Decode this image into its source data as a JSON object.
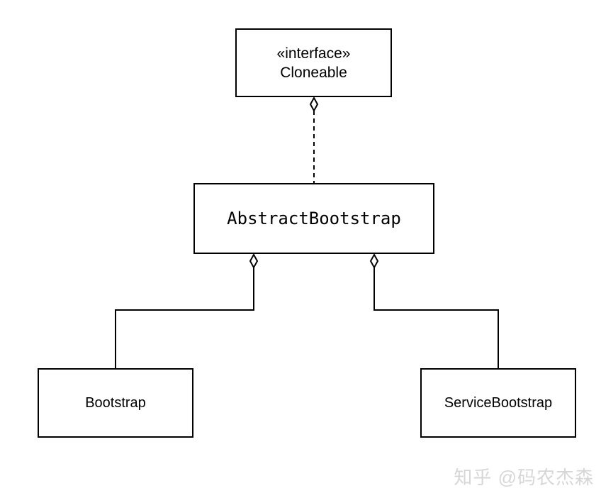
{
  "diagram": {
    "type": "uml-class-diagram",
    "nodes": {
      "cloneable": {
        "stereotype": "«interface»",
        "name": "Cloneable"
      },
      "abstract_bootstrap": {
        "name": "AbstractBootstrap"
      },
      "bootstrap": {
        "name": "Bootstrap"
      },
      "service_bootstrap": {
        "name": "ServiceBootstrap"
      }
    },
    "edges": [
      {
        "from": "AbstractBootstrap",
        "to": "Cloneable",
        "line": "dashed",
        "marker": "open-diamond"
      },
      {
        "from": "Bootstrap",
        "to": "AbstractBootstrap",
        "line": "solid",
        "marker": "open-diamond"
      },
      {
        "from": "ServiceBootstrap",
        "to": "AbstractBootstrap",
        "line": "solid",
        "marker": "open-diamond"
      }
    ],
    "colors": {
      "line": "#000000",
      "node_fill": "#ffffff",
      "background": "#ffffff",
      "watermark": "#d8d8d8"
    }
  },
  "watermark": {
    "text": "知乎 @码农杰森"
  }
}
